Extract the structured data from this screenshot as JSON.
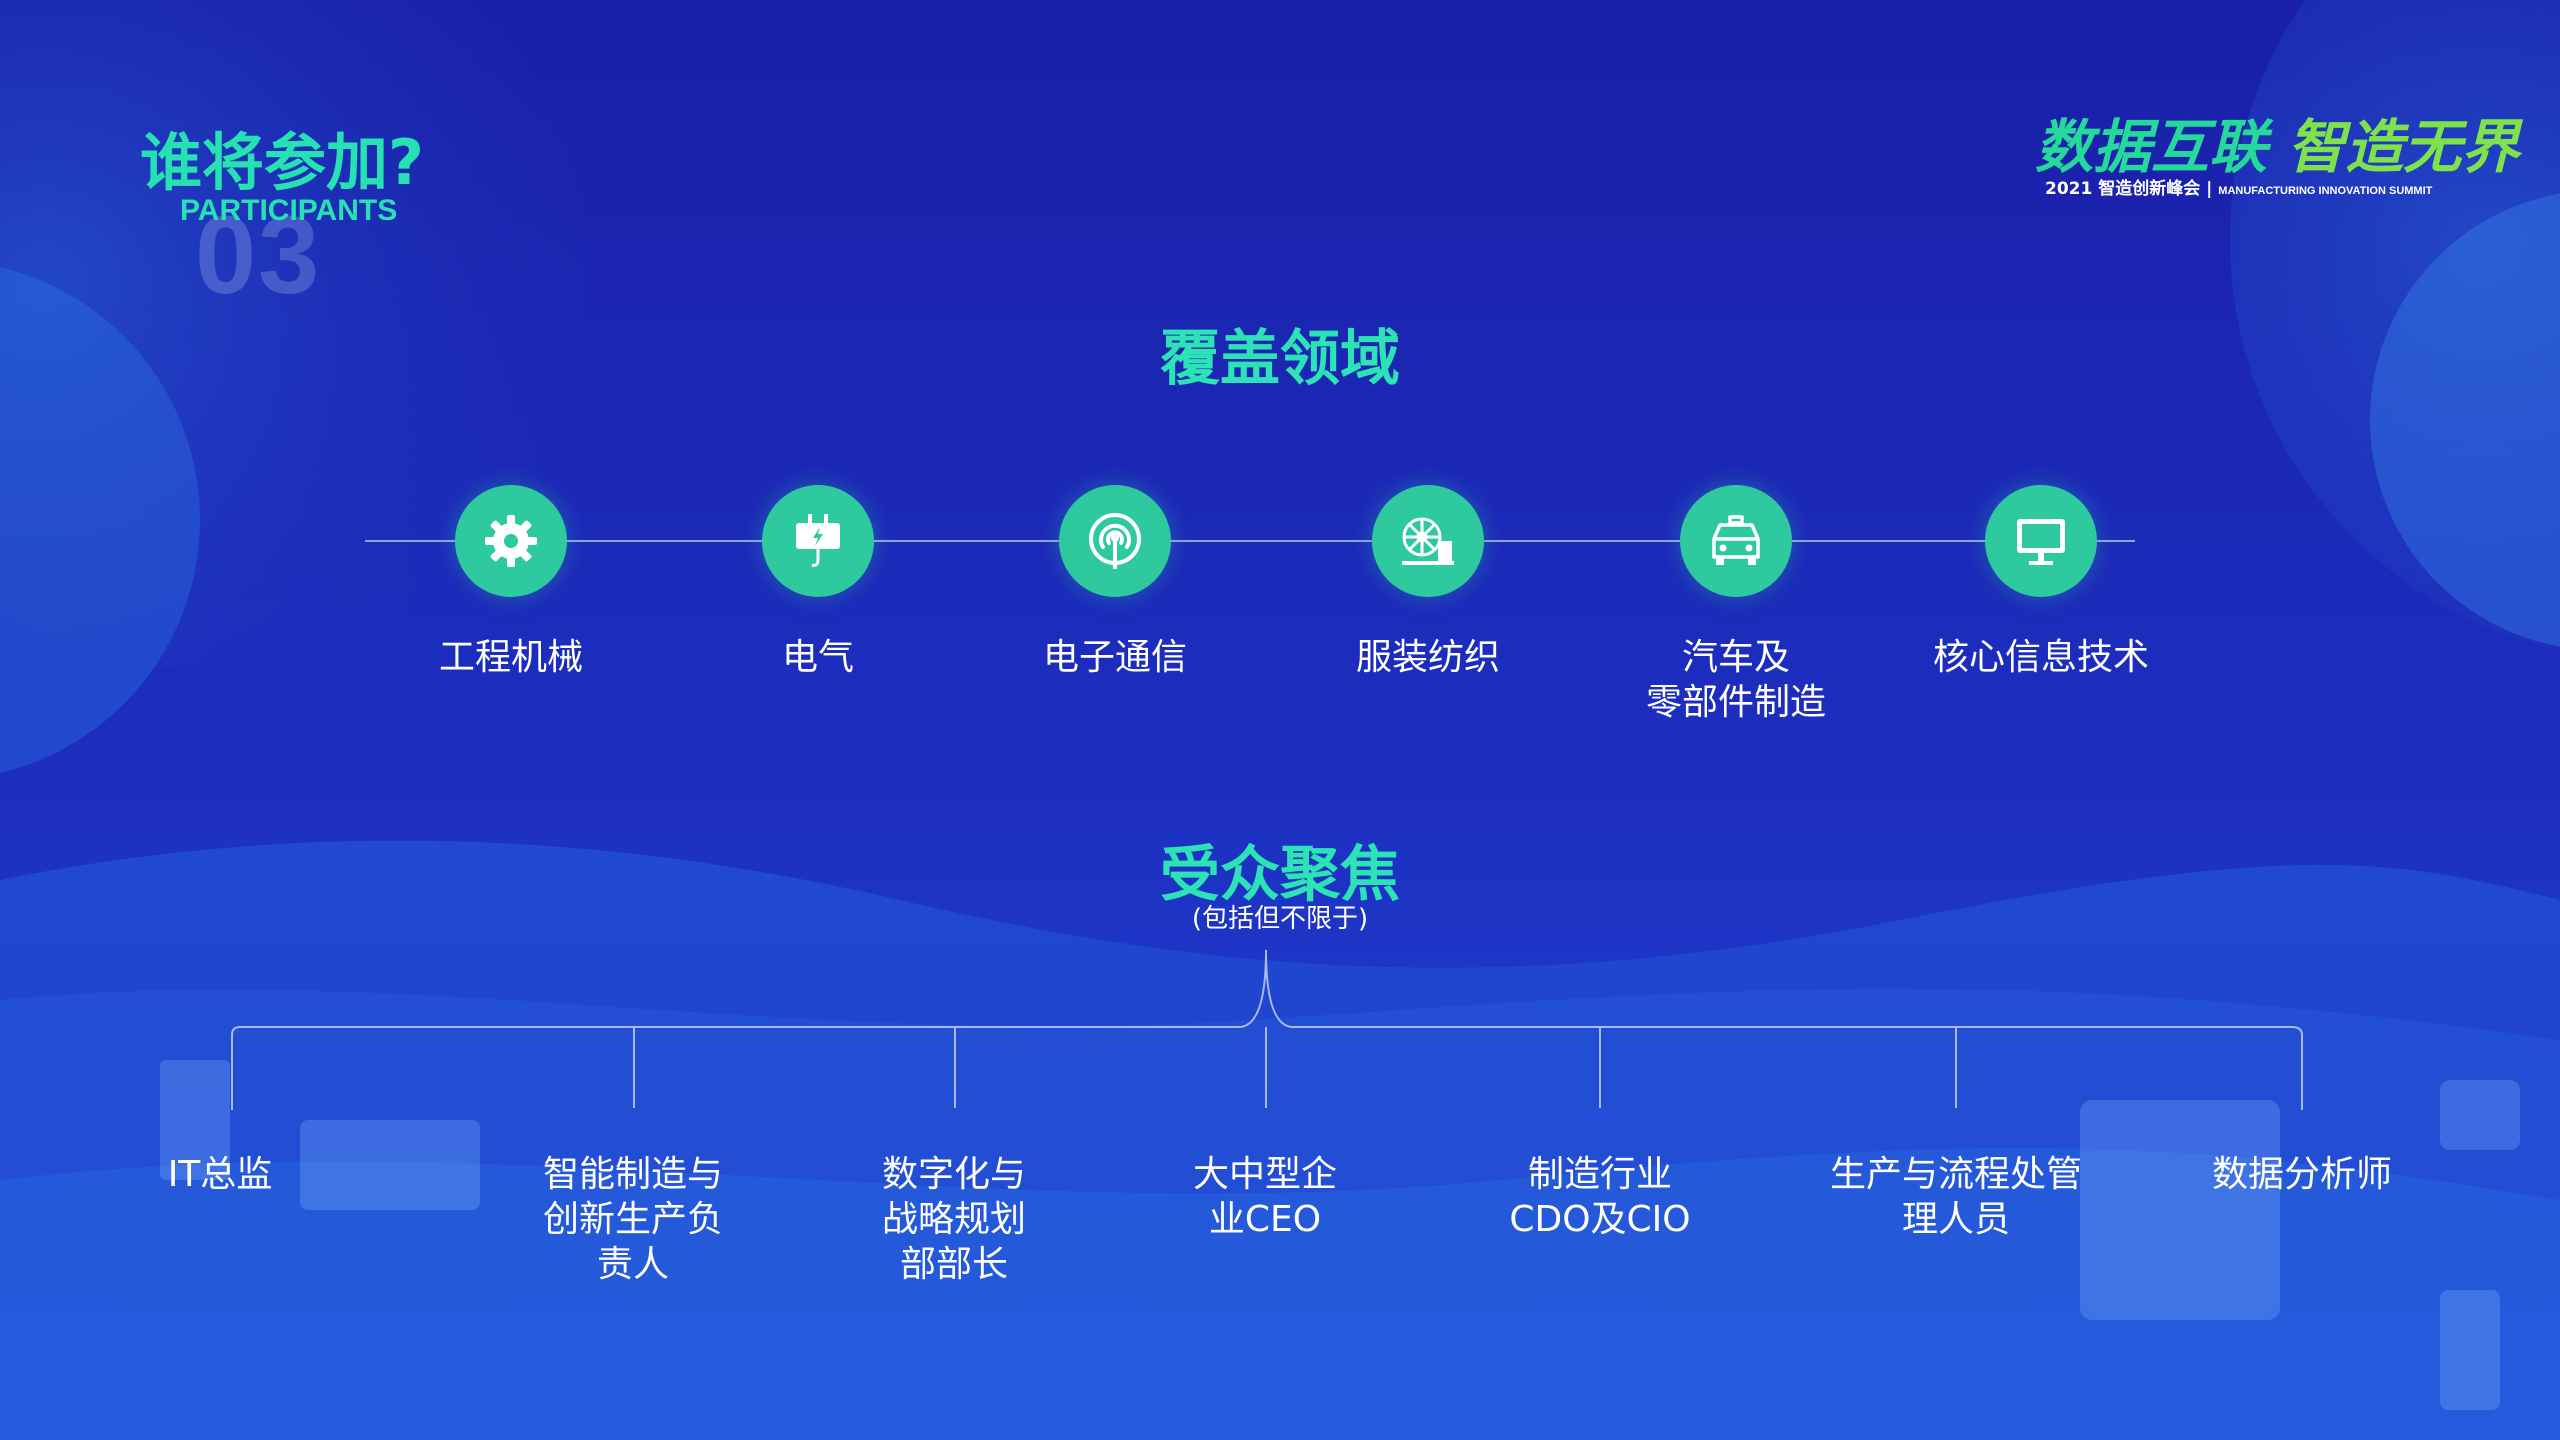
{
  "header": {
    "title_cn": "谁将参加?",
    "title_en": "PARTICIPANTS",
    "ghost_number": "03"
  },
  "logo": {
    "line1_part1": "数据互联",
    "line1_part2": "智造无界",
    "line2_cn": "2021 智造创新峰会",
    "line2_en": "MANUFACTURING INNOVATION SUMMIT"
  },
  "coverage": {
    "title": "覆盖领域",
    "items": [
      {
        "icon": "gear-icon",
        "label": "工程机械"
      },
      {
        "icon": "electric-plug-icon",
        "label": "电气"
      },
      {
        "icon": "antenna-signal-icon",
        "label": "电子通信"
      },
      {
        "icon": "textile-machine-icon",
        "label": "服装纺织"
      },
      {
        "icon": "car-icon",
        "label": "汽车及\n零部件制造"
      },
      {
        "icon": "monitor-icon",
        "label": "核心信息技术"
      }
    ]
  },
  "audience": {
    "title": "受众聚焦",
    "note": "(包括但不限于)",
    "items": [
      {
        "label": "IT总监"
      },
      {
        "label": "智能制造与\n创新生产负\n责人"
      },
      {
        "label": "数字化与\n战略规划\n部部长"
      },
      {
        "label": "大中型企\n业CEO"
      },
      {
        "label": "制造行业\nCDO及CIO"
      },
      {
        "label": "生产与流程处管\n理人员"
      },
      {
        "label": "数据分析师"
      }
    ]
  },
  "colors": {
    "accent": "#2ce3b6",
    "icon_bg": "#2fc99f",
    "background_top": "#1a1fa8",
    "background_bottom": "#1e49d8"
  }
}
